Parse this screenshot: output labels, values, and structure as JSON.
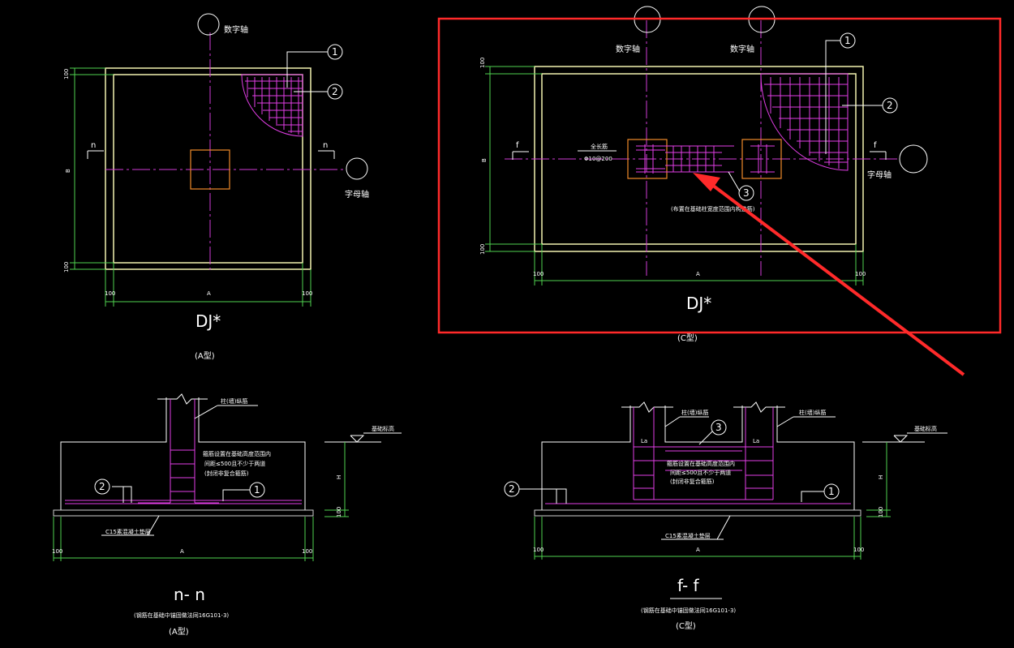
{
  "labels": {
    "num_axis": "数字轴",
    "letter_axis": "字母轴",
    "dim_100": "100",
    "dim_A": "A",
    "dim_B": "B",
    "dim_H": "H",
    "callout_1": "1",
    "callout_2": "2",
    "callout_3": "3",
    "sec_n": "n",
    "sec_f": "f",
    "fig_title": "DJ*",
    "type_a": "(A型)",
    "type_c": "(C型)",
    "section_nn": "n- n",
    "section_ff": "f- f",
    "col_rebar": "柱(墙)纵筋",
    "stirrup_note_1": "箍筋设置在基础高度范围内",
    "stirrup_note_2": "间距≤500且不少于两道",
    "stirrup_note_3": "(封闭非复合箍筋)",
    "ground": "基础标高",
    "c15_layer": "C15素混凝土垫层",
    "la": "La",
    "beam_rebar_1": "全长筋",
    "beam_rebar_2": "Φ10@200",
    "beam_note": "(布置在基础柱宽度范围内构造筋)",
    "note_nn": "(钢筋在基础中锚固做法同16G101-3)",
    "note_ff": "(钢筋在基础中锚固做法同16G101-3)"
  },
  "colors": {
    "background": "#000000",
    "outline": "#f2f2b0",
    "dimension": "#4fd24f",
    "rebar": "#e23ee6",
    "column": "#f08a2a",
    "highlight": "#ff2a2a"
  }
}
